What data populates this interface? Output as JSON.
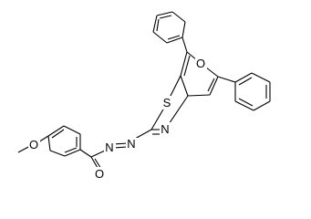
{
  "atom_labels": {
    "furan_oxygen": "O",
    "thiazole_sulfur": "S",
    "thiazole_nitrogen": "N",
    "azo_nitrogen_1": "N",
    "azo_nitrogen_2": "N",
    "carbonyl_oxygen": "O",
    "methoxy_oxygen": "O"
  }
}
